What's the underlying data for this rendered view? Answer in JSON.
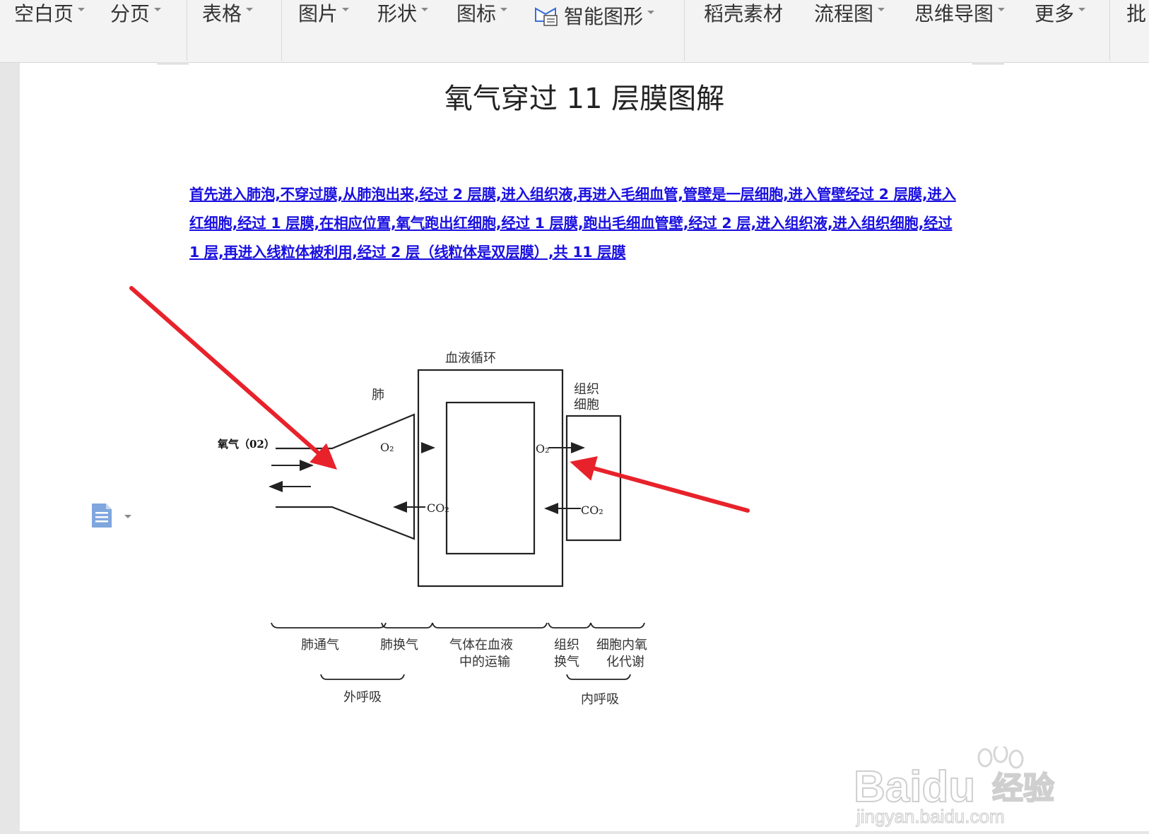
{
  "ribbon": {
    "items": [
      {
        "label": "空白页",
        "caret": true
      },
      {
        "label": "分页",
        "caret": true
      },
      {
        "label": "表格",
        "caret": true
      },
      {
        "label": "图片",
        "caret": true
      },
      {
        "label": "形状",
        "caret": true
      },
      {
        "label": "图标",
        "caret": true
      },
      {
        "label": "智能图形",
        "caret": true
      },
      {
        "label": "稻壳素材",
        "caret": false
      },
      {
        "label": "流程图",
        "caret": true
      },
      {
        "label": "思维导图",
        "caret": true
      },
      {
        "label": "更多",
        "caret": true
      },
      {
        "label": "批",
        "caret": false
      }
    ]
  },
  "document": {
    "title": "氧气穿过 11 层膜图解",
    "link_text": "首先进入肺泡,不穿过膜,从肺泡出来,经过 2 层膜,进入组织液,再进入毛细血管,管壁是一层细胞,进入管壁经过 2 层膜,进入红细胞,经过 1 层膜,在相应位置,氧气跑出红细胞,经过 1 层膜,跑出毛细血管壁,经过 2 层,进入组织液,进入组织细胞,经过 1 层,再进入线粒体被利用,经过 2 层（线粒体是双层膜）,共 11 层膜"
  },
  "diagram": {
    "oxygen_label": "氧气（02）",
    "blood_circulation": "血液循环",
    "lung": "肺",
    "tissue_cell_1": "组织",
    "tissue_cell_2": "细胞",
    "o2_left": "O₂",
    "o2_right": "O₂",
    "co2_left": "CO₂",
    "co2_right": "CO₂",
    "stage_1": "肺通气",
    "stage_2": "肺换气",
    "stage_3_line1": "气体在血液",
    "stage_3_line2": "中的运输",
    "stage_4_line1": "组织",
    "stage_4_line2": "换气",
    "stage_5_line1": "细胞内氧",
    "stage_5_line2": "化代谢",
    "external_respiration": "外呼吸",
    "internal_respiration": "内呼吸"
  },
  "watermark": {
    "brand": "Baidu",
    "brand_cn": "经验",
    "url": "jingyan.baidu.com"
  },
  "colors": {
    "link": "#1a10e0",
    "arrow_red": "#e8222b"
  }
}
